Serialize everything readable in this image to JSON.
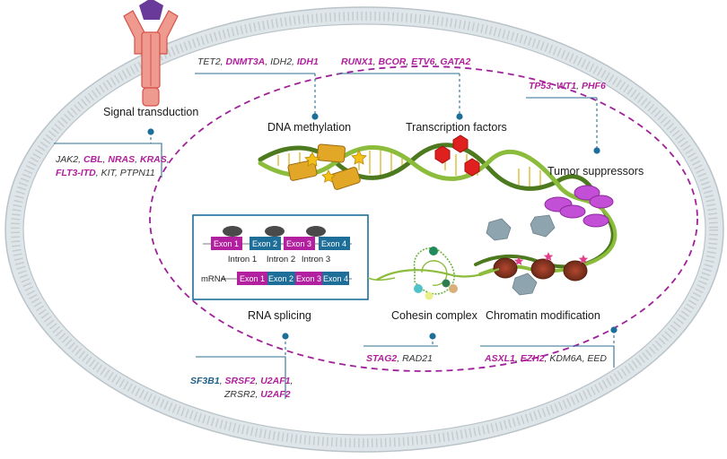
{
  "categories": {
    "signal_transduction": "Signal transduction",
    "dna_methylation": "DNA methylation",
    "transcription_factors": "Transcription factors",
    "tumor_suppressors": "Tumor suppressors",
    "rna_splicing": "RNA splicing",
    "cohesin_complex": "Cohesin complex",
    "chromatin_modification": "Chromatin modification"
  },
  "genes": {
    "dna_methylation": [
      "TET2",
      "DNMT3A",
      "IDH2",
      "IDH1"
    ],
    "transcription_factors": [
      "RUNX1",
      "BCOR",
      "ETV6",
      "GATA2"
    ],
    "tumor_suppressors": [
      "TP53",
      "WT1",
      "PHF6"
    ],
    "signal_line1": [
      "JAK2",
      "CBL",
      "NRAS",
      "KRAS"
    ],
    "signal_line2": [
      "FLT3-ITD",
      "KIT",
      "PTPN11"
    ],
    "splicing_line1": [
      "SF3B1",
      "SRSF2",
      "U2AF1"
    ],
    "splicing_line2": [
      "ZRSR2",
      "U2AF2"
    ],
    "cohesin": [
      "STAG2",
      "RAD21"
    ],
    "chromatin": [
      "ASXL1",
      "EZH2",
      "KDM6A",
      "EED"
    ]
  },
  "splicing_diagram": {
    "exons": [
      "Exon 1",
      "Exon 2",
      "Exon 3",
      "Exon 4"
    ],
    "introns": [
      "Intron 1",
      "Intron 2",
      "Intron 3"
    ],
    "mrna_label": "mRNA"
  },
  "colors": {
    "magenta": "#b0209c",
    "blue": "#1d5f86",
    "membrane": "#d6dde0",
    "nucleus_dash": "#a0209a",
    "exon_magenta": "#b3209f",
    "exon_blue": "#1e6e9a"
  }
}
